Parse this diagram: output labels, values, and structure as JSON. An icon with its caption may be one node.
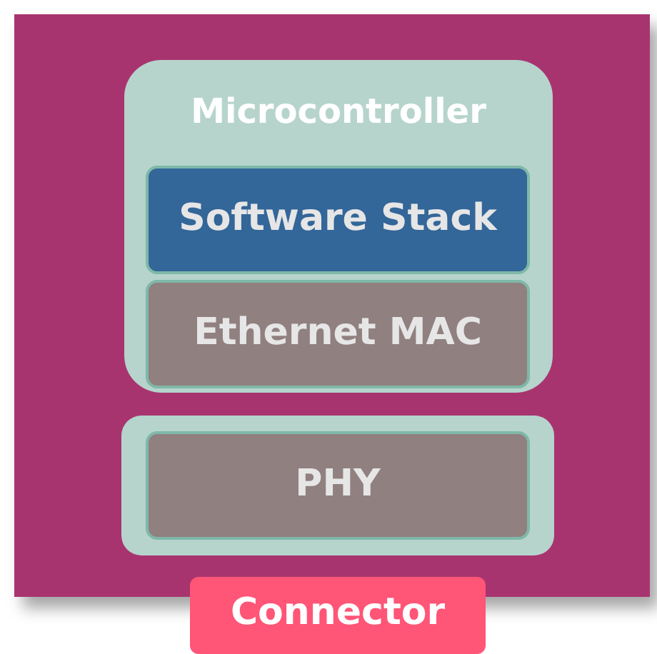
{
  "diagram": {
    "nodes": [
      {
        "text": [],
        "shape": "box"
      },
      {
        "text": [
          "Microcontroller"
        ],
        "in": 0
      },
      {
        "text": [
          "Software Stack"
        ],
        "in": 1
      },
      {
        "text": [
          "Ethernet MAC"
        ],
        "in": 1
      },
      {
        "text": [],
        "shape": "box",
        "in": 0
      },
      {
        "text": [
          "PHY"
        ],
        "in": 4
      },
      {
        "text": [
          "Connector"
        ]
      }
    ],
    "edges": []
  }
}
